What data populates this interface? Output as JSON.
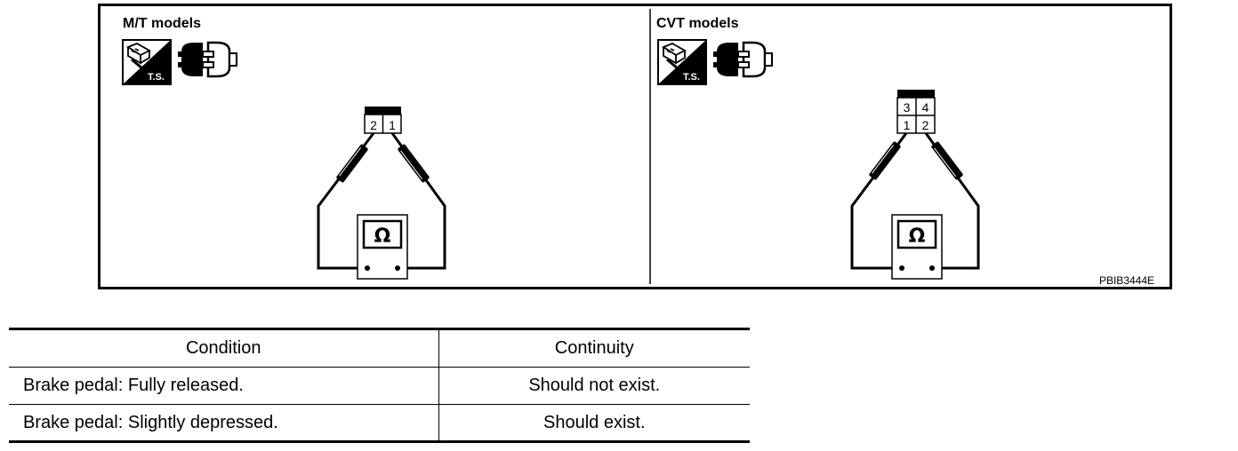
{
  "diagram": {
    "left_panel": {
      "title": "M/T models",
      "ts_label": "T.S.",
      "pins_top": [
        "2",
        "1"
      ]
    },
    "right_panel": {
      "title": "CVT models",
      "ts_label": "T.S.",
      "pins_top": [
        "3",
        "4"
      ],
      "pins_bottom": [
        "1",
        "2"
      ]
    },
    "ohmmeter_symbol": "Ω",
    "figure_code": "PBIB3444E",
    "icons": [
      "harness-connector-ts-icon",
      "disconnect-connector-icon",
      "ohmmeter-icon",
      "test-probe-icon"
    ]
  },
  "table": {
    "headers": [
      "Condition",
      "Continuity"
    ],
    "rows": [
      [
        "Brake pedal: Fully released.",
        "Should not exist."
      ],
      [
        "Brake pedal: Slightly depressed.",
        "Should exist."
      ]
    ]
  }
}
